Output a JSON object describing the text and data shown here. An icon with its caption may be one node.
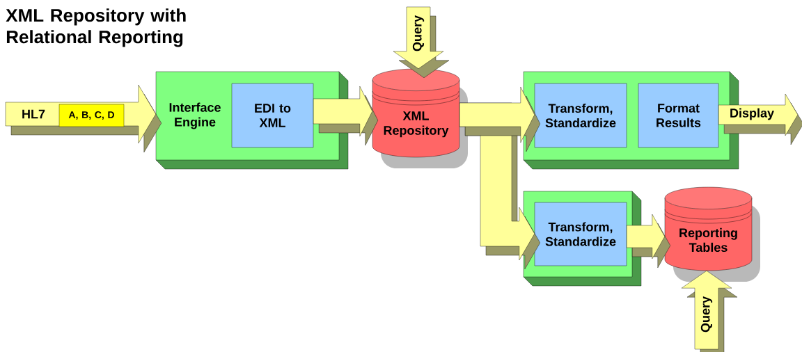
{
  "diagram": {
    "title": "XML Repository with Relational Reporting",
    "nodes": [
      {
        "text": [
          "Interface Engine"
        ]
      },
      {
        "text": [
          "EDI to XML"
        ],
        "in": 0
      },
      {
        "text": [
          "XML Repository"
        ]
      },
      {
        "text": [],
        "shape": "box"
      },
      {
        "text": [
          "Transform, Standardize"
        ],
        "in": 3
      },
      {
        "text": [
          "Format Results"
        ],
        "in": 3
      },
      {
        "text": [],
        "shape": "box"
      },
      {
        "text": [
          "Transform, Standardize"
        ],
        "in": 6
      },
      {
        "text": [
          "Reporting Tables"
        ]
      },
      {
        "text": [
          "A, B, C, D"
        ]
      }
    ],
    "edges": [
      {
        "from": null,
        "to": 0,
        "arrow": "to",
        "label": "HL7"
      },
      {
        "from": 1,
        "to": 2,
        "arrow": "to"
      },
      {
        "from": null,
        "to": 2,
        "arrow": "to",
        "label": "Query"
      },
      {
        "from": 2,
        "to": 4,
        "arrow": "to"
      },
      {
        "from": 2,
        "to": 7,
        "arrow": "to"
      },
      {
        "from": 5,
        "to": null,
        "arrow": "to",
        "label": "Display"
      },
      {
        "from": 7,
        "to": 8,
        "arrow": "to"
      },
      {
        "from": null,
        "to": 8,
        "arrow": "to",
        "label": "Query"
      }
    ]
  }
}
